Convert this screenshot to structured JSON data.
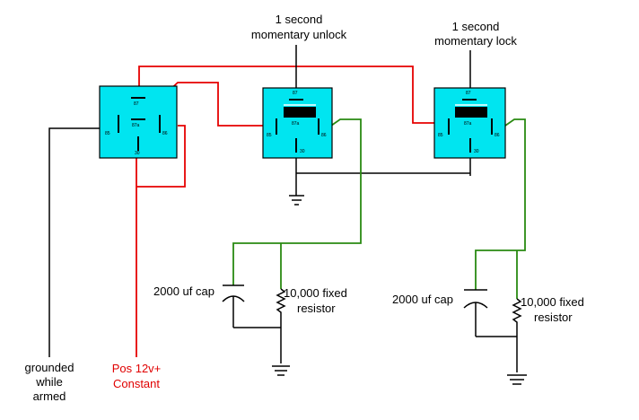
{
  "labels": {
    "unlock_line1": "1 second",
    "unlock_line2": "momentary unlock",
    "lock_line1": "1 second",
    "lock_line2": "momentary lock",
    "grounded_line1": "grounded",
    "grounded_line2": "while",
    "grounded_line3": "armed",
    "pos_line1": "Pos 12v+",
    "pos_line2": "Constant",
    "cap1_label": "2000 uf cap",
    "res1_line1": "10,000 fixed",
    "res1_line2": "resistor",
    "cap2_label": "2000 uf cap",
    "res2_line1": "10,000 fixed",
    "res2_line2": "resistor"
  },
  "relays": [
    {
      "id": "relay-1",
      "pins": {
        "p87": "87",
        "p87a": "87a",
        "p85": "85",
        "p86": "86",
        "p30": "30"
      }
    },
    {
      "id": "relay-2",
      "pins": {
        "p87": "87",
        "p87a": "87a",
        "p85": "85",
        "p86": "86",
        "p30": "30"
      }
    },
    {
      "id": "relay-3",
      "pins": {
        "p87": "87",
        "p87a": "87a",
        "p85": "85",
        "p86": "86",
        "p30": "30"
      }
    }
  ],
  "colors": {
    "relay_fill": "#00e5f0",
    "constant_wire": "#e60000",
    "timer_wire": "#2a8a12",
    "ground_wire": "#000000"
  }
}
